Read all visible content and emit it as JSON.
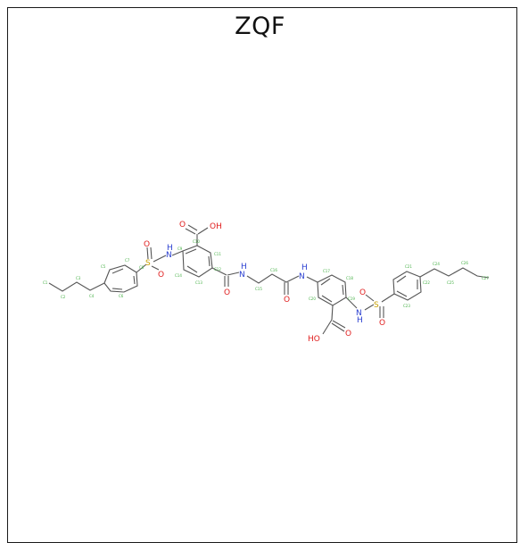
{
  "title": "ZQF",
  "colors": {
    "bond": "#555555",
    "oxygen": "#e02020",
    "nitrogen": "#2a3fd0",
    "sulfur": "#c8a000",
    "atom_label": "#46b046"
  },
  "atoms": {
    "oh_left": "OH",
    "oh_right": "HO",
    "o": "O",
    "nh": "N",
    "h": "H",
    "s": "S"
  }
}
